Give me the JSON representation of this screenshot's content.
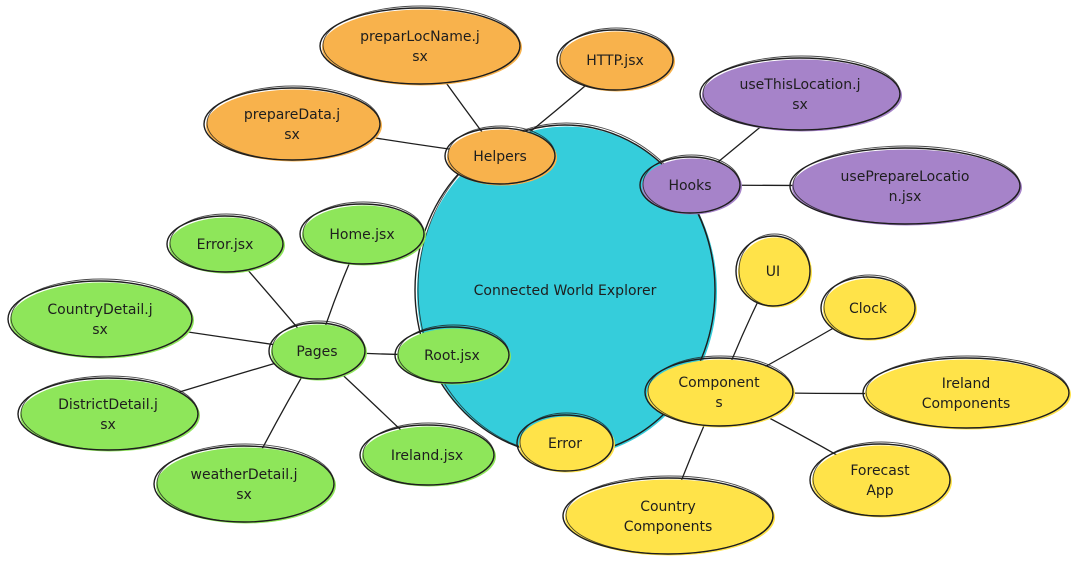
{
  "colors": {
    "center": "#35cddb",
    "helpers": "#f8b24c",
    "hooks": "#a683c9",
    "pages": "#8ee65a",
    "components": "#ffe349",
    "stroke": "#1e1e1e"
  },
  "center": {
    "label": "Connected World Explorer"
  },
  "helpers": {
    "hub": "Helpers",
    "children": [
      {
        "id": "preparLocName",
        "lines": [
          "preparLocName.j",
          "sx"
        ]
      },
      {
        "id": "http",
        "lines": [
          "HTTP.jsx"
        ]
      },
      {
        "id": "prepareData",
        "lines": [
          "prepareData.j",
          "sx"
        ]
      }
    ]
  },
  "hooks": {
    "hub": "Hooks",
    "children": [
      {
        "id": "useThisLocation",
        "lines": [
          "useThisLocation.j",
          "sx"
        ]
      },
      {
        "id": "usePrepareLocation",
        "lines": [
          "usePrepareLocatio",
          "n.jsx"
        ]
      }
    ]
  },
  "pages": {
    "hub": "Pages",
    "children": [
      {
        "id": "error",
        "lines": [
          "Error.jsx"
        ]
      },
      {
        "id": "home",
        "lines": [
          "Home.jsx"
        ]
      },
      {
        "id": "countryDetail",
        "lines": [
          "CountryDetail.j",
          "sx"
        ]
      },
      {
        "id": "root",
        "lines": [
          "Root.jsx"
        ]
      },
      {
        "id": "districtDetail",
        "lines": [
          "DistrictDetail.j",
          "sx"
        ]
      },
      {
        "id": "weatherDetail",
        "lines": [
          "weatherDetail.j",
          "sx"
        ]
      },
      {
        "id": "ireland",
        "lines": [
          "Ireland.jsx"
        ]
      }
    ]
  },
  "components": {
    "hub_lines": [
      "Component",
      "s"
    ],
    "children": [
      {
        "id": "ui",
        "lines": [
          "UI"
        ]
      },
      {
        "id": "clock",
        "lines": [
          "Clock"
        ]
      },
      {
        "id": "irelandComponents",
        "lines": [
          "Ireland",
          "Components"
        ]
      },
      {
        "id": "forecastApp",
        "lines": [
          "Forecast",
          "App"
        ]
      },
      {
        "id": "countryComponents",
        "lines": [
          "Country",
          "Components"
        ]
      },
      {
        "id": "errorComp",
        "lines": [
          "Error"
        ]
      }
    ]
  }
}
